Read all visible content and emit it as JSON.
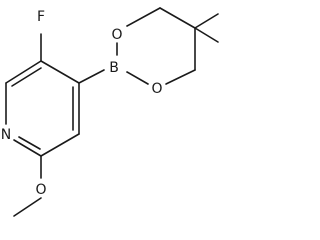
{
  "structure": {
    "atoms": {
      "fluorine": "F",
      "boron": "B",
      "ring_oxygen_top": "O",
      "ring_oxygen_bottom": "O",
      "pyridine_nitrogen": "N",
      "methoxy_oxygen": "O"
    }
  }
}
